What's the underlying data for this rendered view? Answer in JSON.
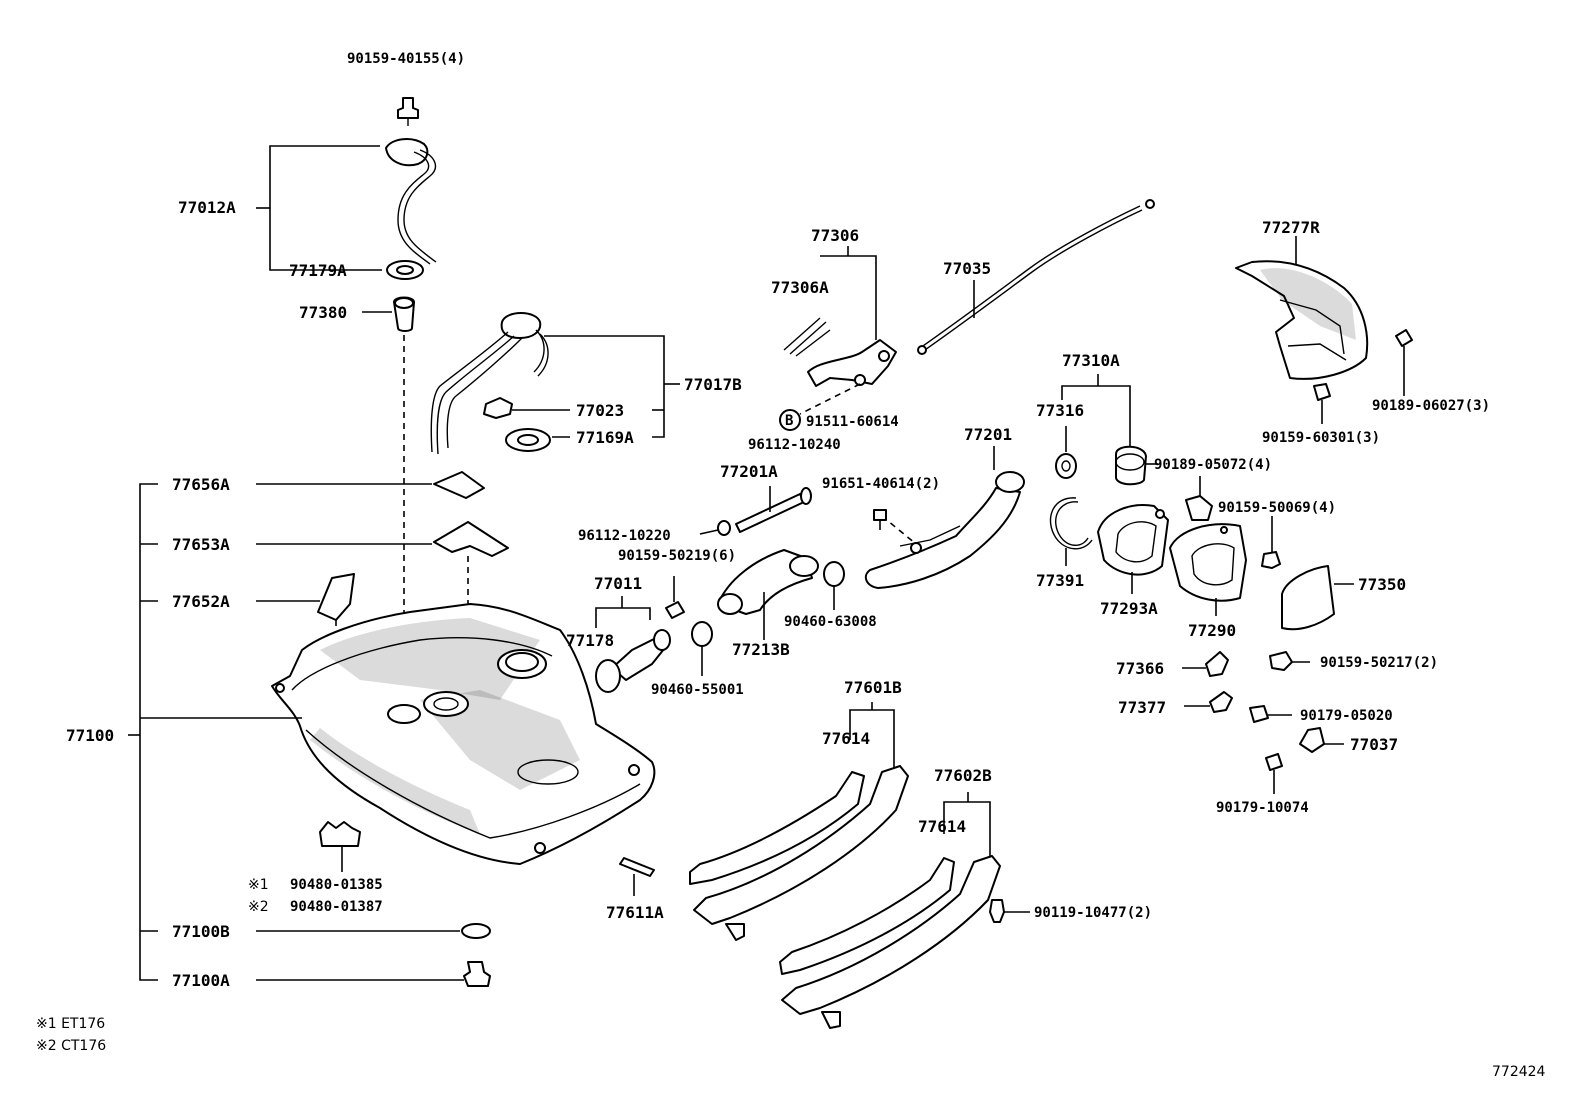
{
  "labels": {
    "p90159_40155": "90159-40155(4)",
    "p77012A": "77012A",
    "p77179A": "77179A",
    "p77380": "77380",
    "p77017B": "77017B",
    "p77023": "77023",
    "p77169A": "77169A",
    "p77306": "77306",
    "p77306A": "77306A",
    "p77035": "77035",
    "p91511_60614": "91511-60614",
    "p96112_10240": "96112-10240",
    "p77201A": "77201A",
    "p77201": "77201",
    "p91651_40614": "91651-40614(2)",
    "p96112_10220": "96112-10220",
    "p90159_50219": "90159-50219(6)",
    "p77011": "77011",
    "p77178": "77178",
    "p77213B": "77213B",
    "p90460_63008": "90460-63008",
    "p90460_55001": "90460-55001",
    "p77656A": "77656A",
    "p77653A": "77653A",
    "p77652A": "77652A",
    "p77100": "77100",
    "p90480_01385": "90480-01385",
    "p90480_01387": "90480-01387",
    "p77100B": "77100B",
    "p77100A": "77100A",
    "p77611A": "77611A",
    "p77601B": "77601B",
    "p77614a": "77614",
    "p77602B": "77602B",
    "p77614b": "77614",
    "p90119_10477": "90119-10477(2)",
    "p77310A": "77310A",
    "p77316": "77316",
    "p90189_05072": "90189-05072(4)",
    "p90159_50069": "90159-50069(4)",
    "p77391": "77391",
    "p77293A": "77293A",
    "p77290": "77290",
    "p77350": "77350",
    "p77277R": "77277R",
    "p90189_06027": "90189-06027(3)",
    "p90159_60301": "90159-60301(3)",
    "p77366": "77366",
    "p90159_50217": "90159-50217(2)",
    "p77377": "77377",
    "p90179_05020": "90179-05020",
    "p77037": "77037",
    "p90179_10074": "90179-10074"
  },
  "markers": {
    "note1": "※1",
    "note2": "※2",
    "circle_b": "B"
  },
  "legend": {
    "line1": "※1 ET176",
    "line2": "※2 CT176"
  },
  "figure_number": "772424"
}
